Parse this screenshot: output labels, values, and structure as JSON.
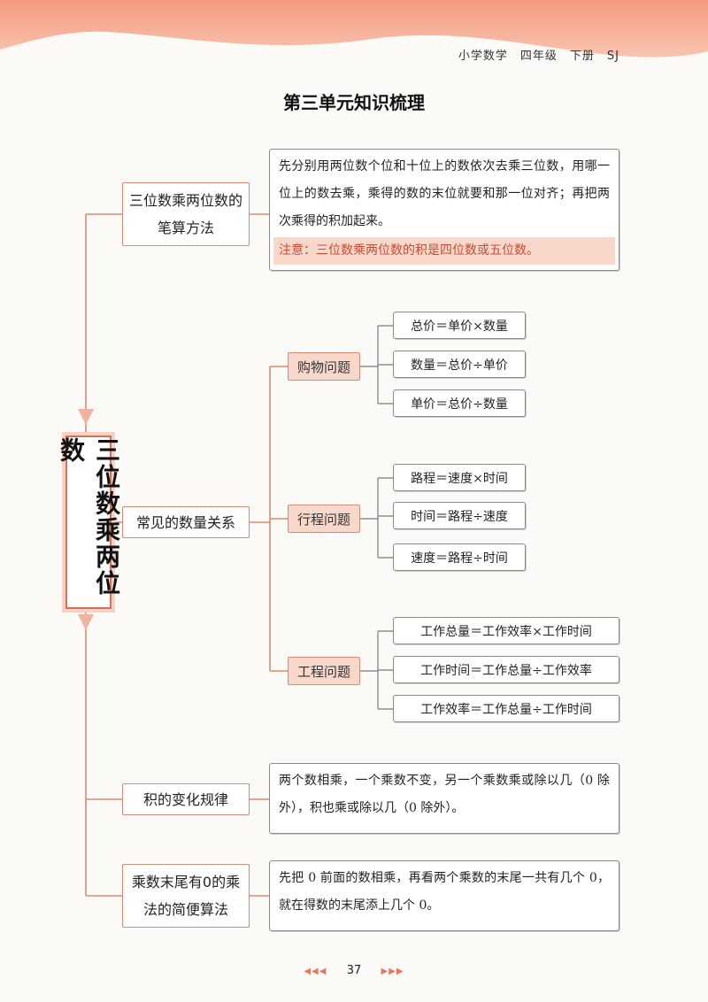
{
  "header": {
    "series": "小学数学　四年级　下册　SJ"
  },
  "title": "第三单元知识梳理",
  "root": "三位数乘两位数",
  "branches": [
    {
      "label": "三位数乘两位数的笔算方法",
      "desc": "先分别用两位数个位和十位上的数依次去乘三位数，用哪一位上的数去乘，乘得的数的末位就要和那一位对齐；再把两次乘得的积加起来。",
      "note": "注意：三位数乘两位数的积是四位数或五位数。"
    },
    {
      "label": "常见的数量关系",
      "subs": [
        {
          "label": "购物问题",
          "formulas": [
            "总价＝单价×数量",
            "数量＝总价÷单价",
            "单价＝总价÷数量"
          ]
        },
        {
          "label": "行程问题",
          "formulas": [
            "路程＝速度×时间",
            "时间＝路程÷速度",
            "速度＝路程÷时间"
          ]
        },
        {
          "label": "工程问题",
          "formulas": [
            "工作总量＝工作效率×工作时间",
            "工作时间＝工作总量÷工作效率",
            "工作效率＝工作总量÷工作时间"
          ]
        }
      ]
    },
    {
      "label": "积的变化规律",
      "desc": "两个数相乘，一个乘数不变，另一个乘数乘或除以几（0 除外），积也乘或除以几（0 除外）。"
    },
    {
      "label": "乘数末尾有0的乘法的简便算法",
      "desc": "先把 0 前面的数相乘，再看两个乘数的末尾一共有几个 0，就在得数的末尾添上几个 0。"
    }
  ],
  "footer": {
    "left_arrows": "◀◀◀",
    "page": "37",
    "right_arrows": "▶▶▶"
  },
  "colors": {
    "header_band": "#f4a58a",
    "node_border": "#d98a72",
    "sub_fill": "#f8d8cb",
    "note_text": "#cc4a30"
  }
}
